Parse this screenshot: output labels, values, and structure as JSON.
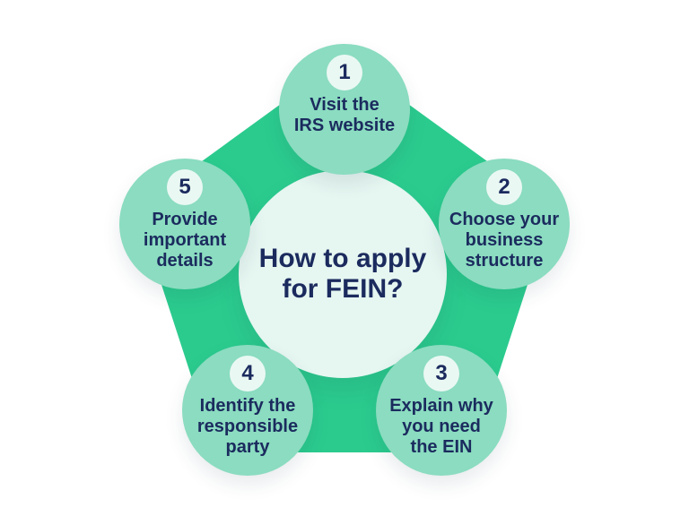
{
  "diagram": {
    "title": "How to apply\nfor FEIN?",
    "steps": [
      {
        "number": "1",
        "label": "Visit the\nIRS website"
      },
      {
        "number": "2",
        "label": "Choose your\nbusiness\nstructure"
      },
      {
        "number": "3",
        "label": "Explain why\nyou need\nthe EIN"
      },
      {
        "number": "4",
        "label": "Identify the\nresponsible\nparty"
      },
      {
        "number": "5",
        "label": "Provide\nimportant\ndetails"
      }
    ],
    "colors": {
      "background": "#ffffff",
      "pentagon": "#2bcb8e",
      "step_circle": "#8bdcc0",
      "center_circle": "#e6f6f1",
      "number_badge": "#eaf8f3",
      "text": "#1b2b5e"
    }
  }
}
